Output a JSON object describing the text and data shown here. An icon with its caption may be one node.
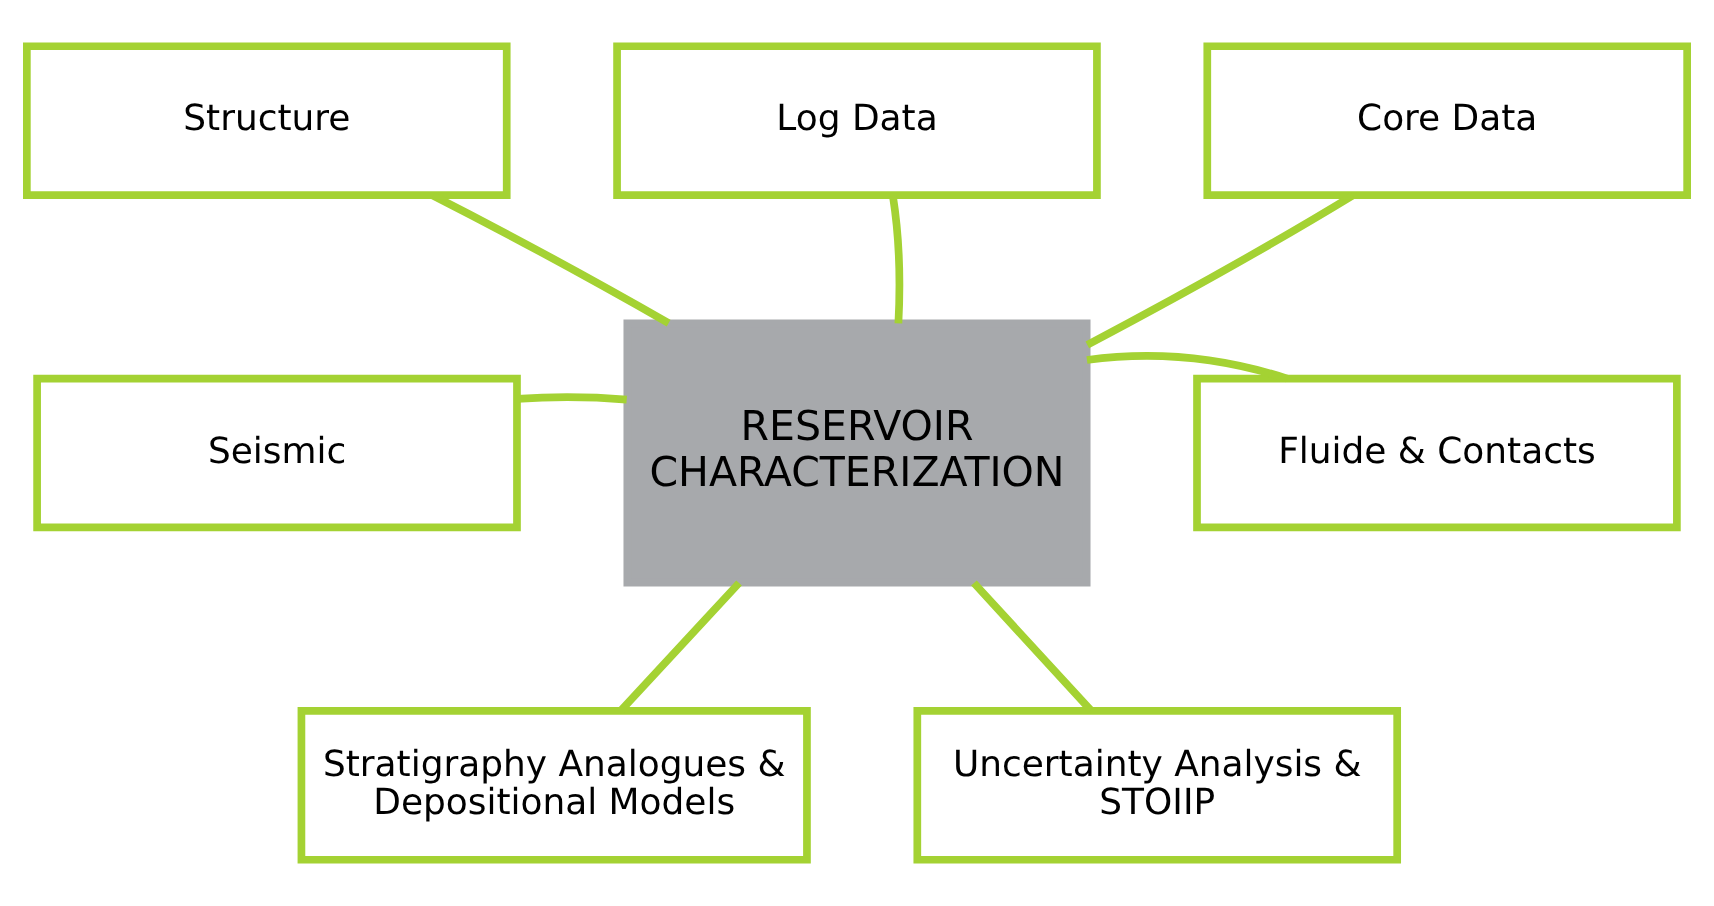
{
  "diagram": {
    "nodes": [
      {
        "text": [
          "Structure"
        ]
      },
      {
        "text": [
          "Log Data"
        ]
      },
      {
        "text": [
          "Core Data"
        ]
      },
      {
        "text": [
          "Seismic"
        ]
      },
      {
        "text": [
          "RESERVOIR CHARACTERIZATION"
        ]
      },
      {
        "text": [
          "Fluide & Contacts"
        ]
      },
      {
        "text": [
          "Stratigraphy Analogues & Depositional Models"
        ]
      },
      {
        "text": [
          "Uncertainty Analysis & STOIIP"
        ]
      }
    ],
    "edges": [
      {
        "from": 4,
        "to": 0,
        "arrow": "none"
      },
      {
        "from": 4,
        "to": 1,
        "arrow": "none"
      },
      {
        "from": 4,
        "to": 2,
        "arrow": "none"
      },
      {
        "from": 4,
        "to": 3,
        "arrow": "none"
      },
      {
        "from": 4,
        "to": 5,
        "arrow": "none"
      },
      {
        "from": 4,
        "to": 6,
        "arrow": "none"
      },
      {
        "from": 4,
        "to": 7,
        "arrow": "none"
      }
    ]
  }
}
